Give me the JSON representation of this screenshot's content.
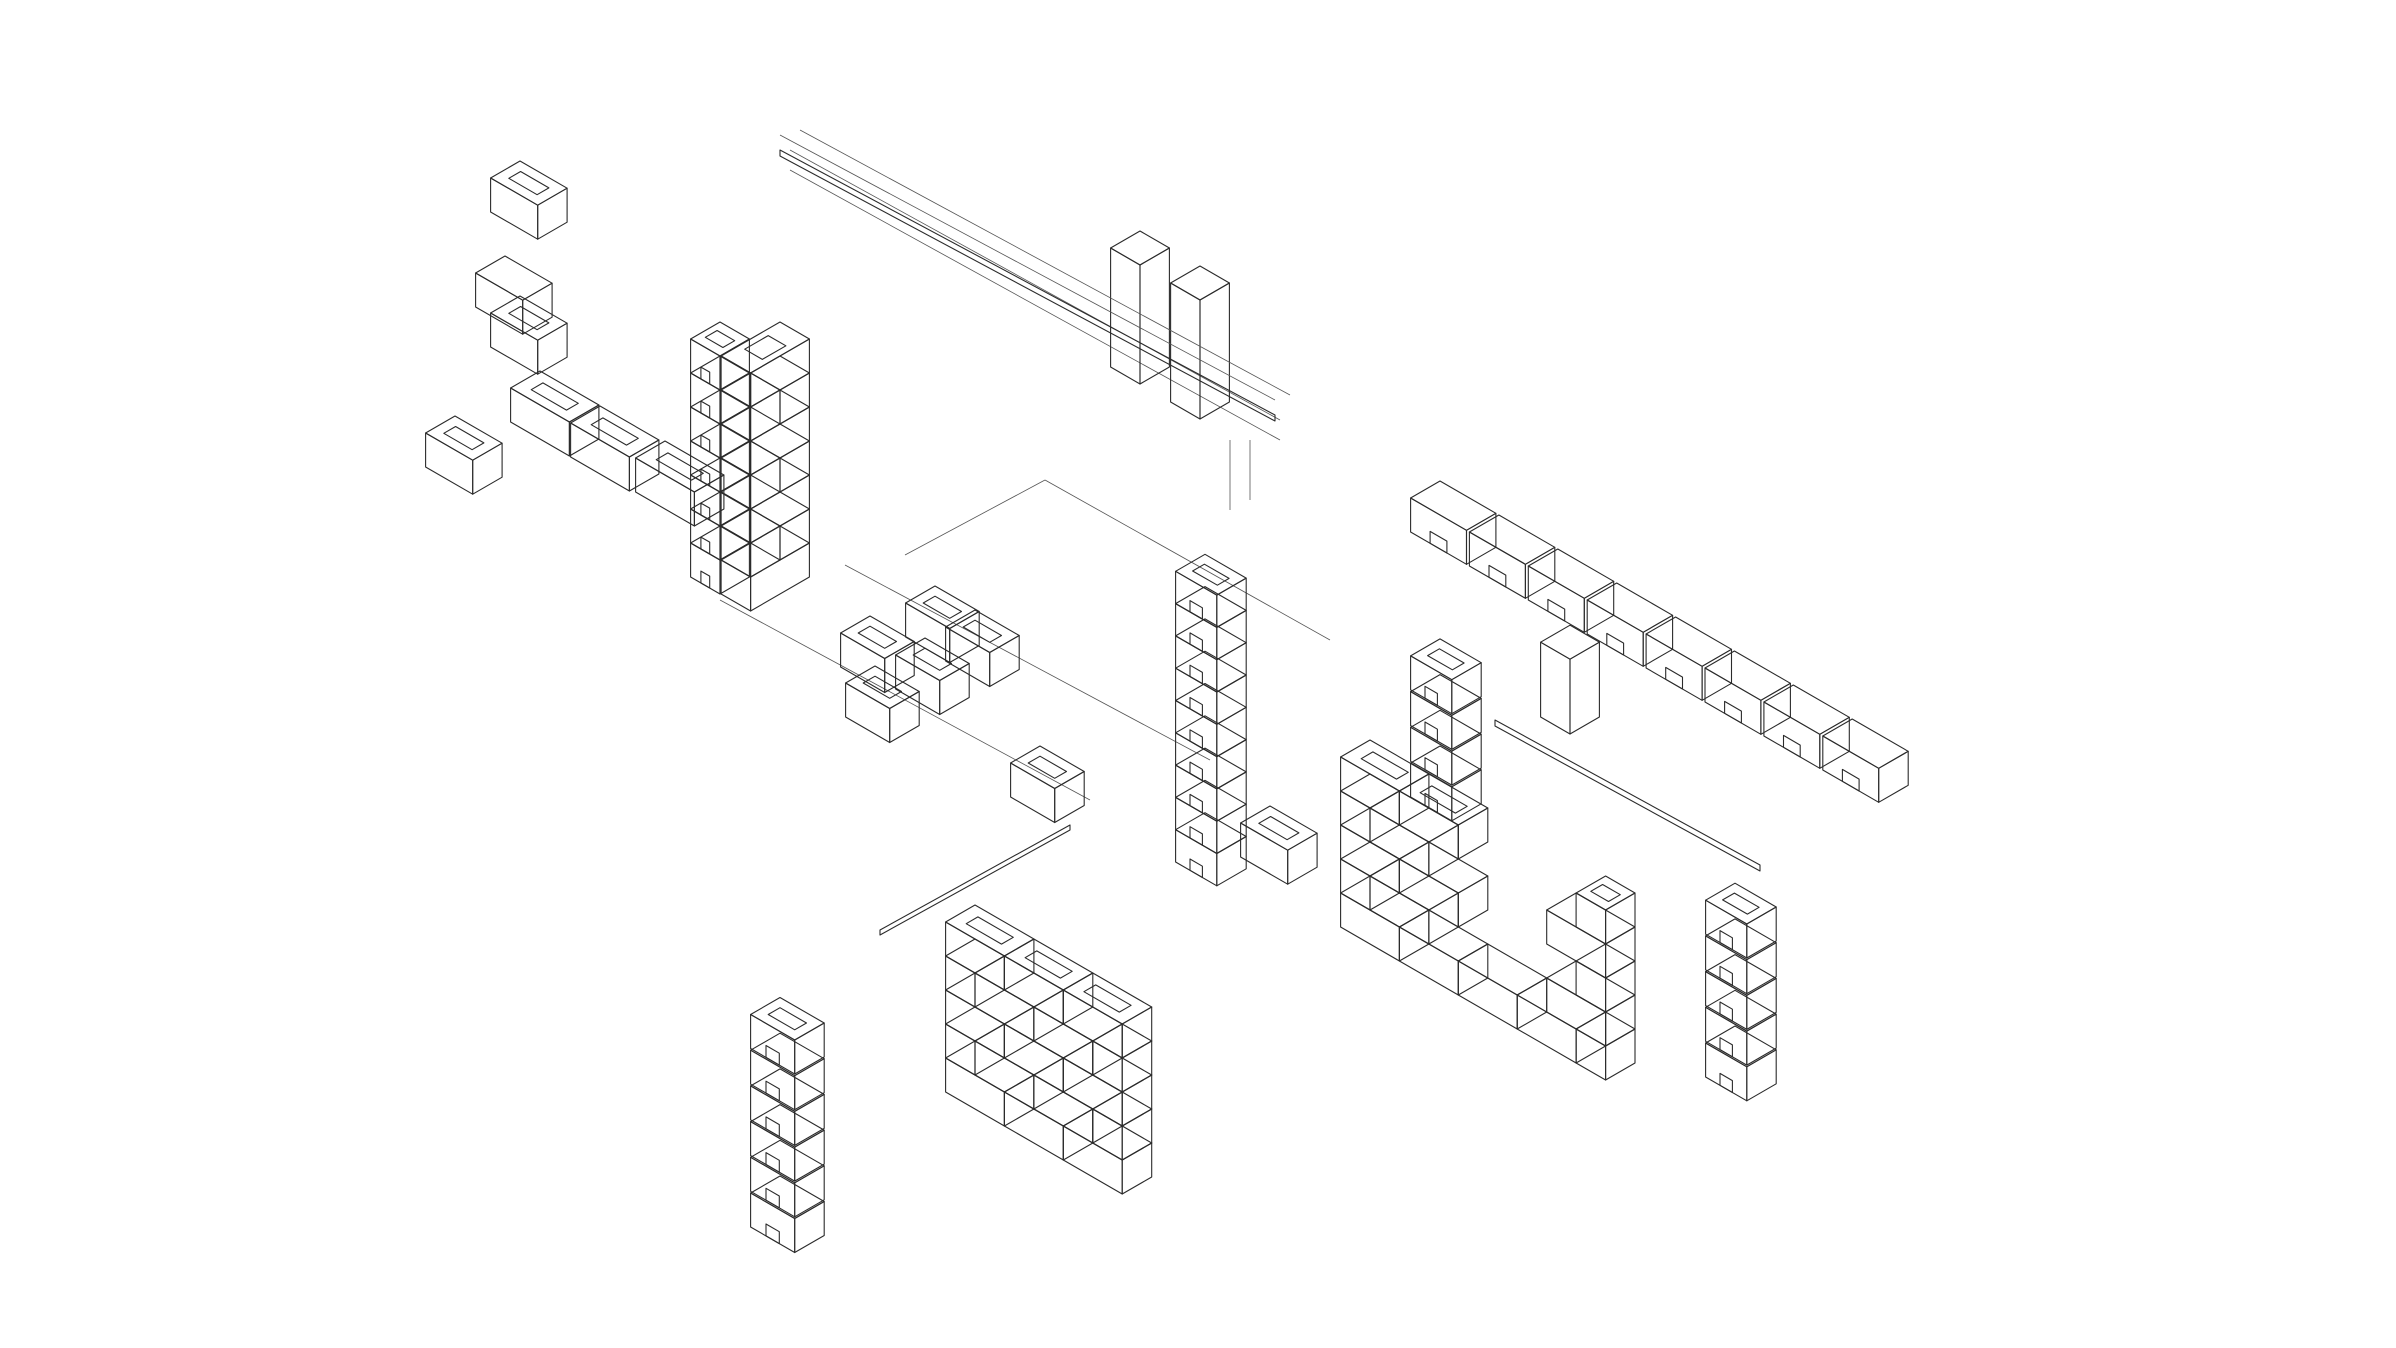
{
  "diagram": {
    "type": "isometric exploded assembly",
    "colors": {
      "background": "#ffffff",
      "line": "#2b2b2b",
      "top": "#ffffff",
      "left": "#fafafa",
      "right": "#e2e2e2",
      "shaded_face": "#d9d9d9",
      "beam": "#555555"
    },
    "components": [
      {
        "name": "stacked-interlocking-blocks-top-left",
        "kind": "block-stack"
      },
      {
        "name": "tall-shaded-block-column-left",
        "kind": "block-column"
      },
      {
        "name": "lintel-beam-top",
        "kind": "beam"
      },
      {
        "name": "vertical-post-blocks-top",
        "kind": "post"
      },
      {
        "name": "tall-shaded-block-column-center",
        "kind": "block-column"
      },
      {
        "name": "exploded-block-row-right",
        "kind": "block-row"
      },
      {
        "name": "wall-with-door-opening-bottom-left",
        "kind": "wall"
      },
      {
        "name": "wall-with-window-opening-bottom-right",
        "kind": "wall"
      },
      {
        "name": "window-lintel-beam",
        "kind": "beam"
      },
      {
        "name": "door-lintel-beam",
        "kind": "beam"
      }
    ]
  }
}
